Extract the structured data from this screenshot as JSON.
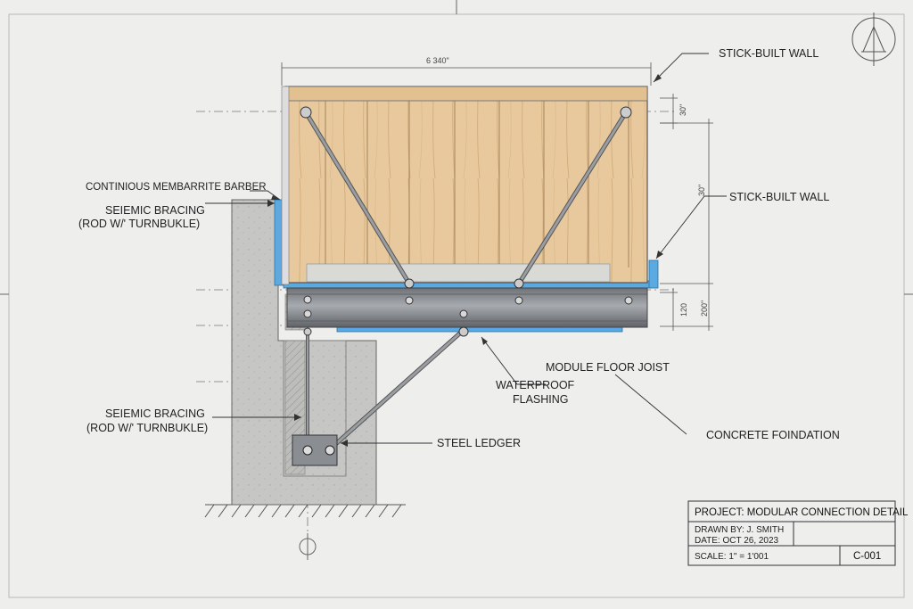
{
  "dims": {
    "top": "6 340\"",
    "right_a": "30\"",
    "right_b": "30\"",
    "right_c": "120",
    "right_d": "200\""
  },
  "labels": {
    "stick_wall_top": "STICK-BUILT WALL",
    "stick_wall_mid": "STICK-BUILT WALL",
    "membrane": "CONTINIOUS MEMBARRITE BARBER",
    "seismic_upper_1": "SEIEMIC BRACING",
    "seismic_upper_2": "(ROD W/' TURNBUKLE)",
    "seismic_lower_1": "SEIEMIC BRACING",
    "seismic_lower_2": "(ROD W/' TURNBUKLE)",
    "floor_joist": "MODULE FLOOR JOIST",
    "flashing_1": "WATERPROOF",
    "flashing_2": "FLASHING",
    "foundation": "CONCRETE FOINDATION",
    "ledger": "STEEL LEDGER"
  },
  "title_block": {
    "project": "PROJECT:  MODULAR CONNECTION DETAIL",
    "drawn_by": "DRAWN BY: J. SMITH",
    "date": "DATE:  OCT 26, 2023",
    "scale": "SCALE:  1\" = 1'001",
    "sheet": "C-001"
  },
  "colors": {
    "paper": "#eeeeec",
    "wood": "#e6c69a",
    "concrete": "#c4c4c2",
    "steel": "#8a8e92",
    "membrane": "#5aa9e0"
  }
}
